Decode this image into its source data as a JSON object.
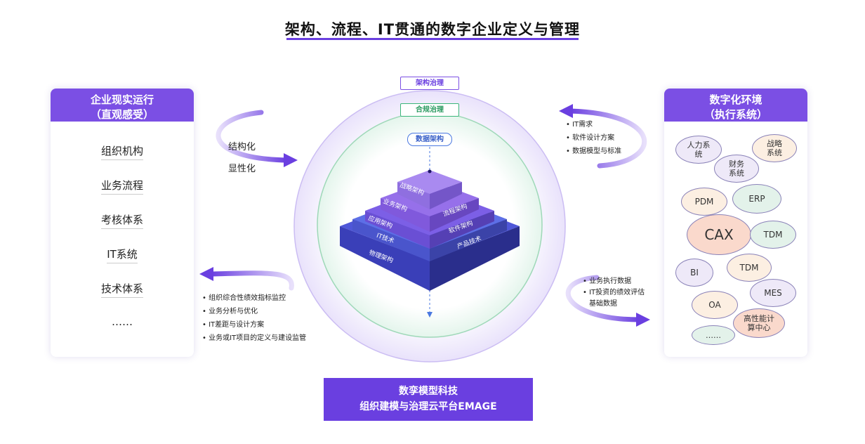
{
  "title": "架构、流程、IT贯通的数字企业定义与管理",
  "left_panel": {
    "title_line1": "企业现实运行",
    "title_line2": "（直观感受）",
    "items": [
      "组织机构",
      "业务流程",
      "考核体系",
      "IT系统",
      "技术体系",
      "……"
    ]
  },
  "right_panel": {
    "title_line1": "数字化环境",
    "title_line2": "（执行系统）",
    "bubbles": [
      "人力系统",
      "战略系统",
      "财务系统",
      "PDM",
      "ERP",
      "CAX",
      "TDM",
      "BI",
      "TDM",
      "MES",
      "OA",
      "高性能计算中心",
      "……"
    ]
  },
  "flows": {
    "structured": "结构化",
    "explicit": "显性化",
    "top_right_bullets": [
      "IT需求",
      "软件设计方案",
      "数据模型与标准"
    ],
    "bottom_left_bullets": [
      "组织综合性绩效指标监控",
      "业务分析与优化",
      "IT差距与设计方案",
      "业务或IT项目的定义与建设监管"
    ],
    "bottom_right_bullets": [
      "业务执行数据",
      "IT投资的绩效评估",
      "基础数据"
    ]
  },
  "center": {
    "outer_tag": "架构治理",
    "inner_tag": "合规治理",
    "data_tag": "数据架构",
    "pyramid_layers": [
      "战略架构",
      "业务架构",
      "应用架构",
      "IT技术",
      "物理架构"
    ],
    "pyramid_right": [
      "流程架构",
      "软件架构",
      "产品技术"
    ]
  },
  "footer": {
    "line1": "数孪模型科技",
    "line2": "组织建模与治理云平台EMAGE"
  },
  "colors": {
    "accent": "#6a3fe0",
    "panel_head": "#7b4fe4",
    "green": "#3bb67a"
  }
}
